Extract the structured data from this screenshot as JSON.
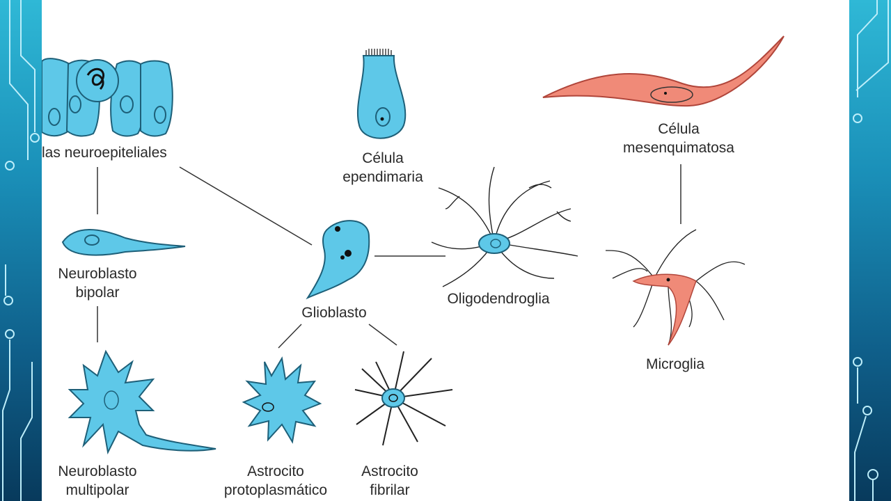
{
  "colors": {
    "cell_fill": "#5ec8e8",
    "cell_stroke": "#1d5f78",
    "mesenchymal_fill": "#f08a78",
    "mesenchymal_stroke": "#b0453a",
    "line": "#333333",
    "background_gradient": [
      "#2fb8d6",
      "#083a5c"
    ]
  },
  "labels": {
    "neuroepithelial": "las neuroepiteliales",
    "ependymal_1": "Célula",
    "ependymal_2": "ependimaria",
    "mesenchymal_1": "Célula",
    "mesenchymal_2": "mesenquimatosa",
    "bipolar_1": "Neuroblasto",
    "bipolar_2": "bipolar",
    "glioblast": "Glioblasto",
    "oligodendroglia": "Oligodendroglia",
    "microglia": "Microglia",
    "multipolar_1": "Neuroblasto",
    "multipolar_2": "multipolar",
    "protoplasmic_1": "Astrocito",
    "protoplasmic_2": "protoplasmático",
    "fibrillary_1": "Astrocito",
    "fibrillary_2": "fibrilar"
  }
}
